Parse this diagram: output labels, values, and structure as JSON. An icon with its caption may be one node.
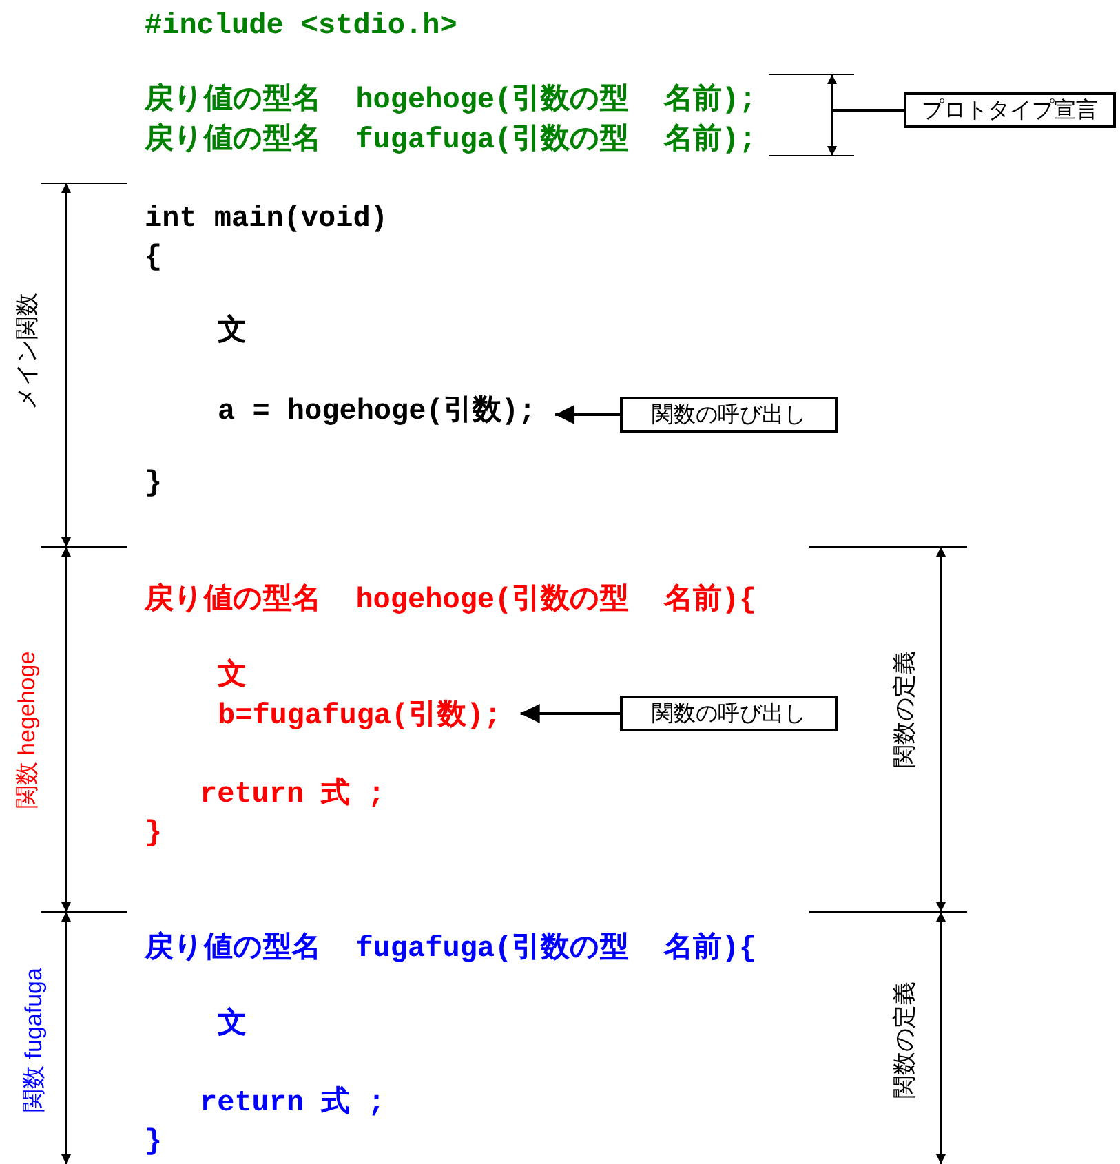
{
  "diagram": {
    "nodes": [
      {
        "text": [
          "戻り値の型名  hogehoge(引数の型  名前);",
          "戻り値の型名  fugafuga(引数の型  名前);"
        ]
      },
      {
        "text": [
          "プロトタイプ宣言"
        ]
      },
      {
        "text": [
          "a = hogehoge(引数);"
        ]
      },
      {
        "text": [
          "関数の呼び出し"
        ]
      },
      {
        "text": [
          "b=fugafuga(引数);"
        ]
      },
      {
        "text": [
          "関数の呼び出し"
        ]
      }
    ],
    "edges": [
      {
        "from": 1,
        "to": 0,
        "arrow": "none"
      },
      {
        "from": 3,
        "to": 2,
        "arrow": "to"
      },
      {
        "from": 5,
        "to": 4,
        "arrow": "to"
      }
    ],
    "labels": [
      "#include <stdio.h>",
      "メイン関数",
      "int main(void)",
      "{",
      "文",
      "}",
      "関数 hegehoge",
      "戻り値の型名  hogehoge(引数の型  名前){",
      "文",
      "関数の定義",
      "return 式 ;",
      "}",
      "関数 fugafuga",
      "戻り値の型名  fugafuga(引数の型  名前){",
      "文",
      "関数の定義",
      "return 式 ;",
      "}"
    ]
  }
}
